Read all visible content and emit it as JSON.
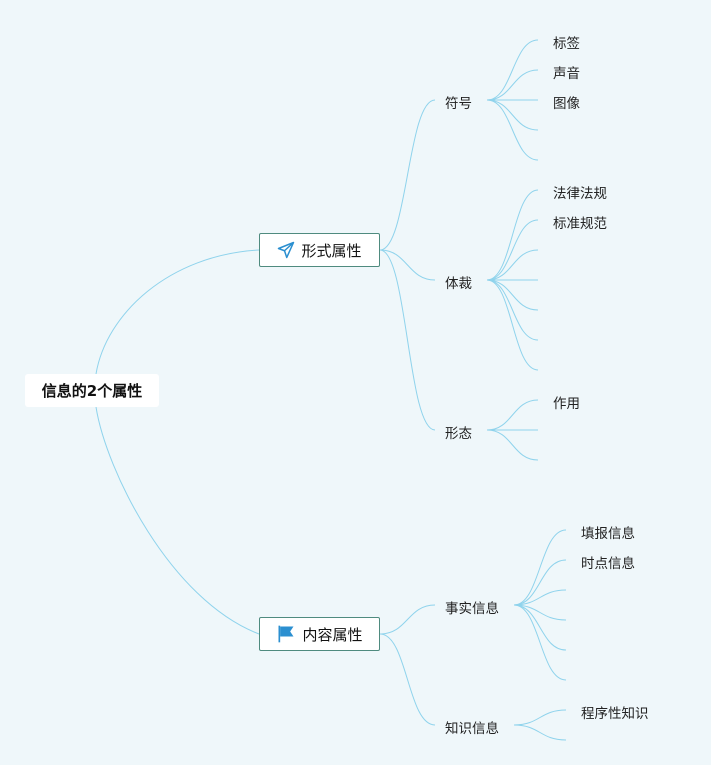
{
  "root": {
    "label": "信息的2个属性"
  },
  "branches": [
    {
      "label": "形式属性",
      "icon": "paper-plane-icon",
      "children": [
        {
          "label": "符号",
          "leaves": [
            "标签",
            "声音",
            "图像",
            "",
            ""
          ]
        },
        {
          "label": "体裁",
          "leaves": [
            "法律法规",
            "标准规范",
            "",
            "",
            "",
            "",
            ""
          ]
        },
        {
          "label": "形态",
          "leaves": [
            "作用",
            "",
            ""
          ]
        }
      ]
    },
    {
      "label": "内容属性",
      "icon": "flag-icon",
      "children": [
        {
          "label": "事实信息",
          "leaves": [
            "填报信息",
            "时点信息",
            "",
            "",
            "",
            ""
          ]
        },
        {
          "label": "知识信息",
          "leaves": [
            "程序性知识",
            ""
          ]
        }
      ]
    }
  ],
  "colors": {
    "line": "#8fd3ec",
    "main_border": "#4f8b7f",
    "background": "#eff7fa",
    "plane_icon": "#2b8fd0",
    "flag_icon": "#2b8fd0"
  }
}
